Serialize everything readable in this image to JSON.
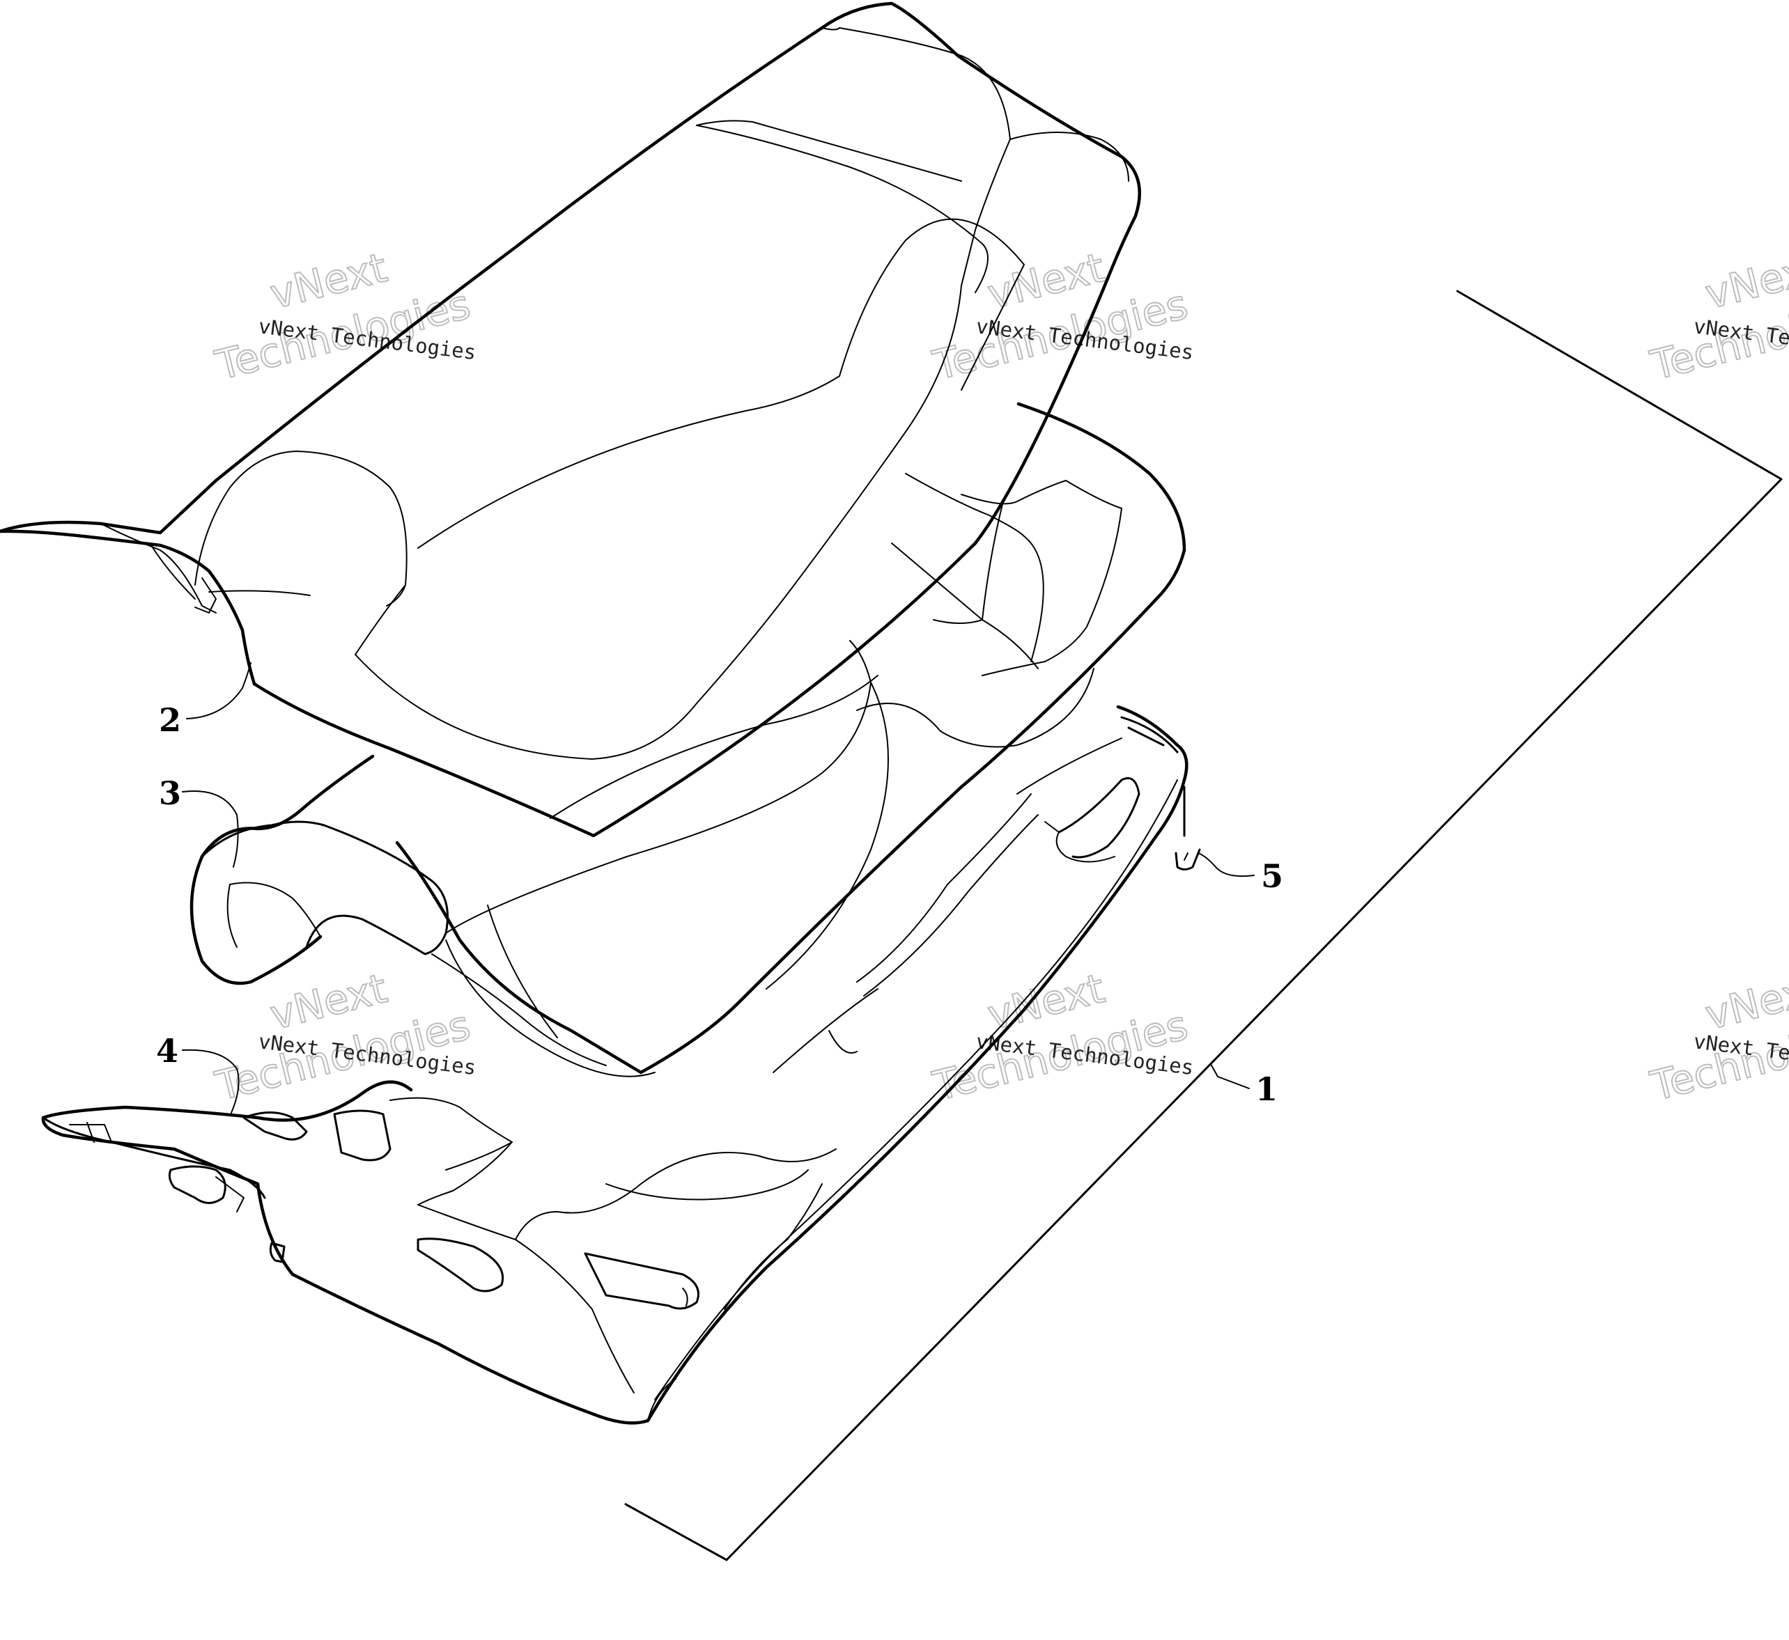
{
  "callouts": [
    {
      "id": "1",
      "label": "1"
    },
    {
      "id": "2",
      "label": "2"
    },
    {
      "id": "3",
      "label": "3"
    },
    {
      "id": "4",
      "label": "4"
    },
    {
      "id": "5",
      "label": "5"
    }
  ],
  "watermark": {
    "line_small": "vNext Technologies",
    "line_big_1": "vNext",
    "line_big_2": "Technologies"
  }
}
